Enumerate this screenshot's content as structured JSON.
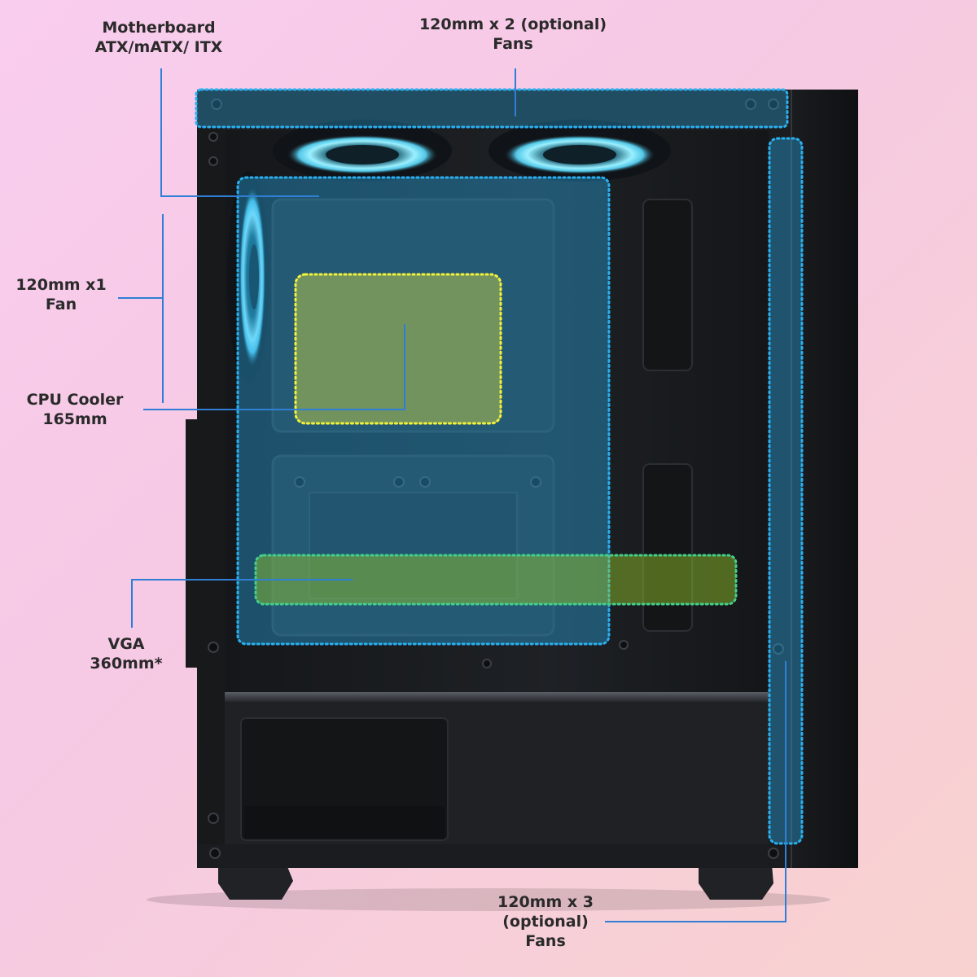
{
  "labels": {
    "motherboard": {
      "line1": "Motherboard",
      "line2": "ATX/mATX/ ITX"
    },
    "top_fans": {
      "line1": "120mm x 2 (optional)",
      "line2": "Fans"
    },
    "side_fan": {
      "line1": "120mm x1",
      "line2": "Fan"
    },
    "cpu_cooler": {
      "line1": "CPU Cooler",
      "line2": "165mm"
    },
    "vga": {
      "line1": "VGA",
      "line2": "360mm*"
    },
    "front_fans": {
      "line1": "120mm x 3",
      "line2": "(optional)",
      "line3": "Fans"
    }
  },
  "colors": {
    "case_body": "#1d1f22",
    "case_panel": "#2a2d31",
    "callout_line": "#2f7fd6",
    "zone_blue_border": "#2ab0f0",
    "zone_yellow_border": "#f2f23a",
    "zone_green_border": "#44d08a",
    "fan_glow": "#7fe6ff"
  }
}
